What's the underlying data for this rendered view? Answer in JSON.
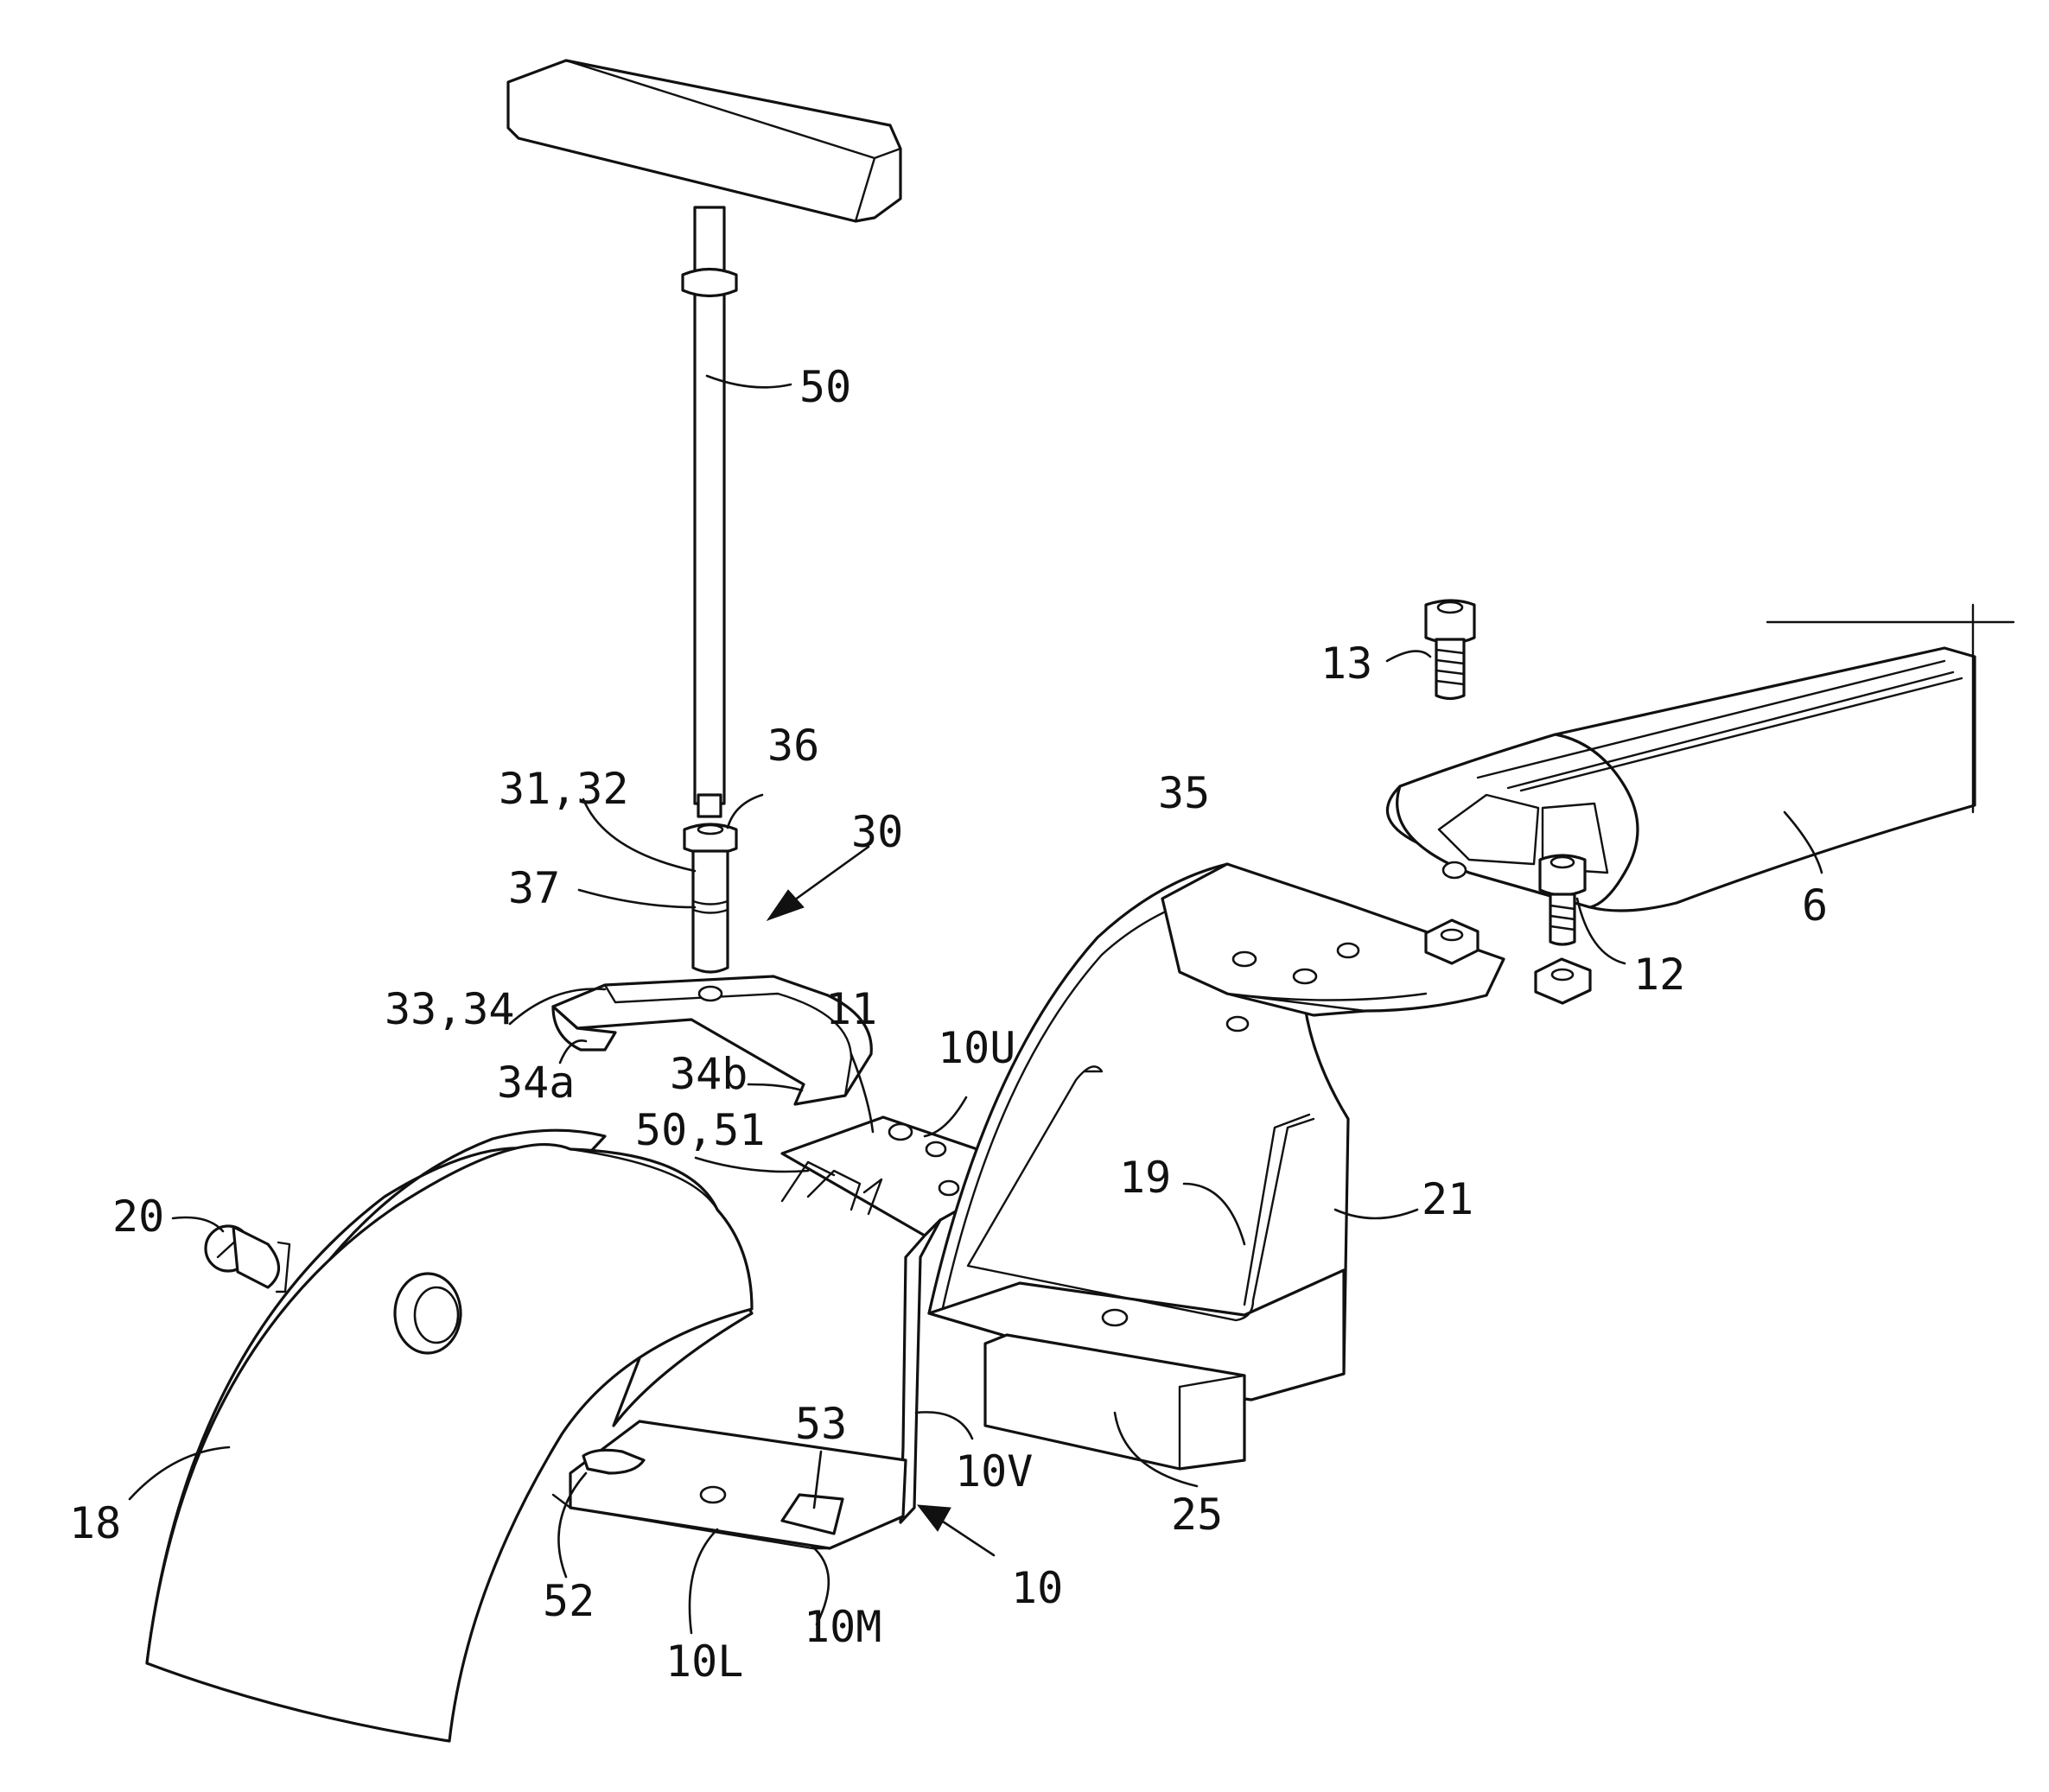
{
  "labels": {
    "l50": "50",
    "l36": "36",
    "l3132": "31,32",
    "l30": "30",
    "l37": "37",
    "l3334": "33,34",
    "l34a": "34a",
    "l34b": "34b",
    "l11": "11",
    "l10U": "10U",
    "l5051": "50,51",
    "l35": "35",
    "l13": "13",
    "l6": "6",
    "l12": "12",
    "l20": "20",
    "l19": "19",
    "l21": "21",
    "l53": "53",
    "l10V": "10V",
    "l18": "18",
    "l25": "25",
    "l52": "52",
    "l10": "10",
    "l10L": "10L",
    "l10M": "10M"
  }
}
